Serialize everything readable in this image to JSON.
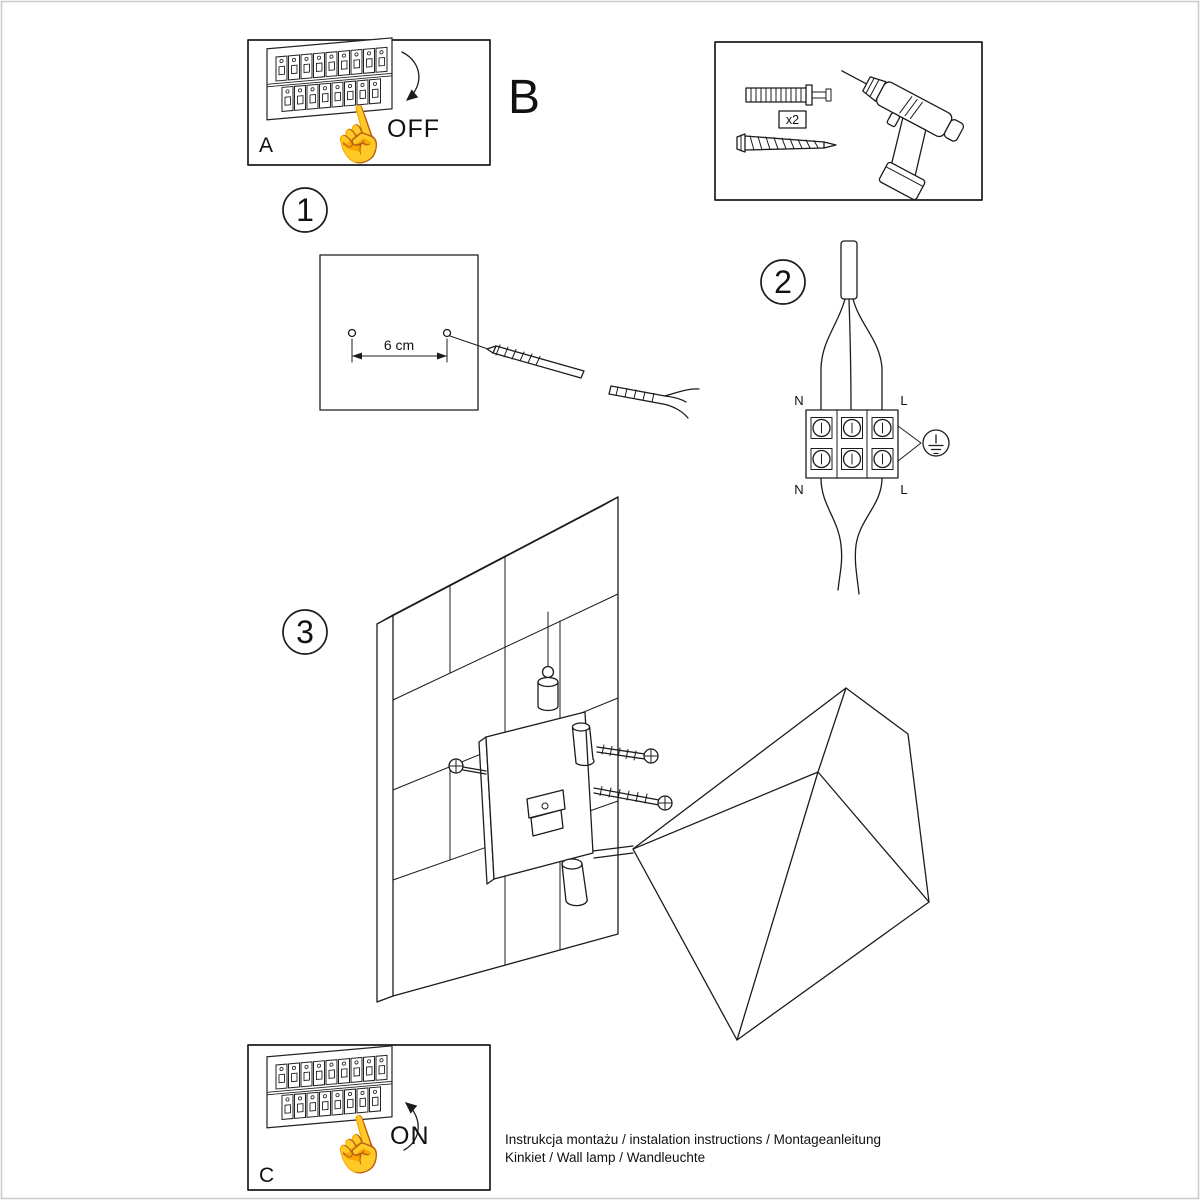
{
  "icons": {
    "hand": "☝"
  },
  "panel_a": {
    "label": "A",
    "state_label": "OFF"
  },
  "section_b": {
    "label": "B",
    "plug_count": "x2"
  },
  "step_1": {
    "number": "1",
    "dimension_label": "6 cm"
  },
  "step_2": {
    "number": "2",
    "labels": {
      "top_left": "N",
      "top_right": "L",
      "bottom_left": "N",
      "bottom_right": "L"
    }
  },
  "step_3": {
    "number": "3"
  },
  "panel_c": {
    "label": "C",
    "state_label": "ON"
  },
  "footer": {
    "line_1": "Instrukcja montażu / instalation instructions / Montageanleitung",
    "line_2": "Kinkiet / Wall lamp / Wandleuchte"
  }
}
